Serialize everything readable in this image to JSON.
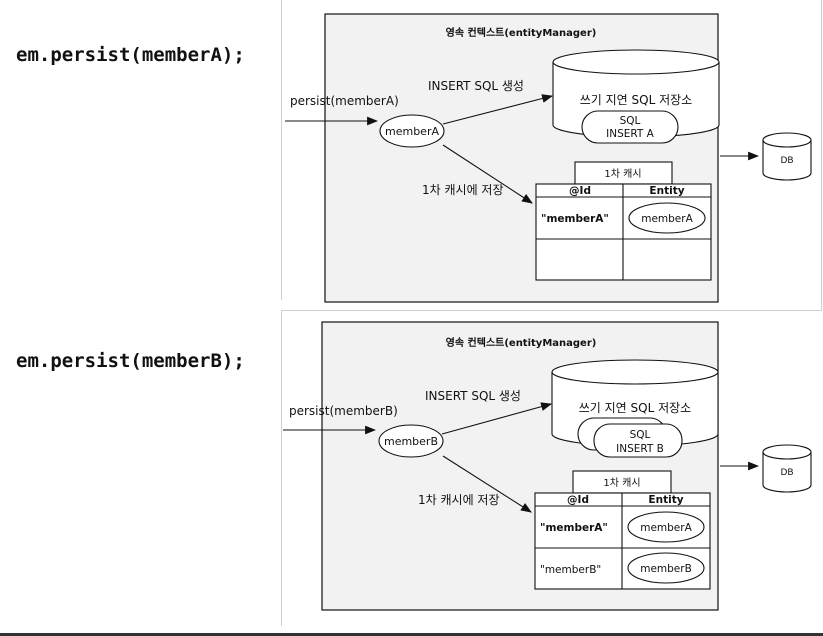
{
  "panels": [
    {
      "code": "em.persist(memberA);",
      "context_title": "영속 컨텍스트(entityManager)",
      "call_label": "persist(memberA)",
      "entity_name": "memberA",
      "insert_label": "INSERT SQL 생성",
      "store_label": "쓰기 지연 SQL 저장소",
      "sql_line1": "SQL",
      "sql_line2": "INSERT A",
      "cache_arrow_label": "1차 캐시에 저장",
      "cache_title": "1차 캐시",
      "col_id": "@Id",
      "col_entity": "Entity",
      "rows": [
        {
          "id": "\"memberA\"",
          "entity": "memberA"
        },
        {
          "id": "",
          "entity": ""
        }
      ],
      "db_label": "DB"
    },
    {
      "code": "em.persist(memberB);",
      "context_title": "영속 컨텍스트(entityManager)",
      "call_label": "persist(memberB)",
      "entity_name": "memberB",
      "insert_label": "INSERT SQL 생성",
      "store_label": "쓰기 지연 SQL 저장소",
      "sql_line1": "SQL",
      "sql_line2": "INSERT B",
      "cache_arrow_label": "1차 캐시에 저장",
      "cache_title": "1차 캐시",
      "col_id": "@Id",
      "col_entity": "Entity",
      "rows": [
        {
          "id": "\"memberA\"",
          "entity": "memberA"
        },
        {
          "id": "\"memberB\"",
          "entity": "memberB"
        }
      ],
      "db_label": "DB"
    }
  ]
}
